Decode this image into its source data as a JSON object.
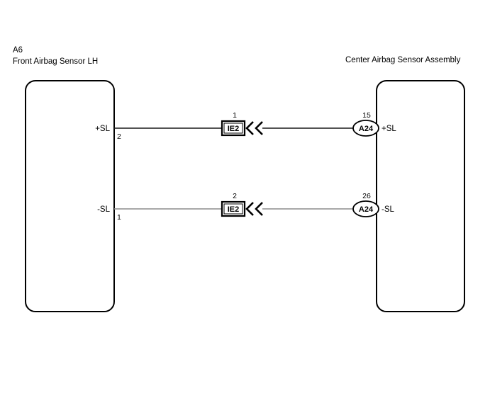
{
  "diagram": {
    "title_left": "A6",
    "subtitle_left": "Front Airbag Sensor LH",
    "title_right": "Center Airbag Sensor Assembly",
    "colors": {
      "outline": "#000000",
      "wire_upper": "#1a1a1a",
      "wire_lower": "#8c8c8c",
      "background": "#ffffff"
    },
    "left_component": {
      "name": "Front Airbag Sensor LH",
      "code": "A6"
    },
    "right_component": {
      "name": "Center Airbag Sensor Assembly"
    },
    "circuits": [
      {
        "id": "upper",
        "left_terminal": "+SL",
        "left_pin": "2",
        "junction_pin": "1",
        "junction_label": "IE2",
        "right_pin": "15",
        "right_connector": "A24",
        "right_terminal": "+SL",
        "wire_color": "#1a1a1a"
      },
      {
        "id": "lower",
        "left_terminal": "-SL",
        "left_pin": "1",
        "junction_pin": "2",
        "junction_label": "IE2",
        "right_pin": "26",
        "right_connector": "A24",
        "right_terminal": "-SL",
        "wire_color": "#8c8c8c"
      }
    ]
  }
}
